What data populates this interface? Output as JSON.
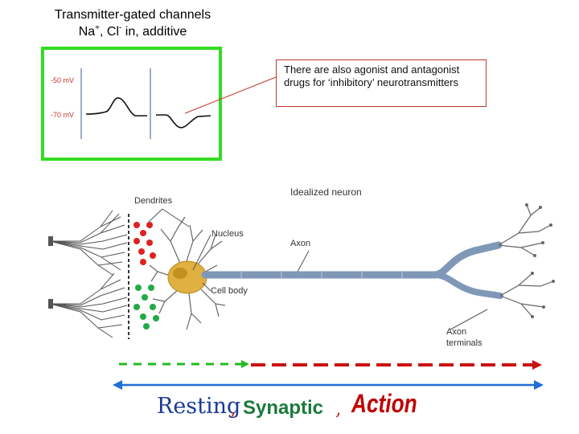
{
  "title": {
    "line1": "Transmitter-gated channels",
    "line2_a": "Na",
    "line2_sup1": "+",
    "line2_b": ", Cl",
    "line2_sup2": "-",
    "line2_c": " in, additive"
  },
  "graph": {
    "label_top": "-50 mV",
    "label_bottom": "-70 mV"
  },
  "callout": {
    "text": "There are also agonist and antagonist drugs for ‘inhibitory’ neurotransmitters"
  },
  "neuron": {
    "title": "Idealized neuron",
    "dendrites": "Dendrites",
    "nucleus": "Nucleus",
    "axon": "Axon",
    "cell_body": "Cell body",
    "terminals_line1": "Axon",
    "terminals_line2": "terminals"
  },
  "caption": {
    "resting": "Resting",
    "comma1": ",",
    "synaptic": "Synaptic",
    "comma2": ",",
    "action": "Action"
  },
  "colors": {
    "graph_border": "#33dd22",
    "callout_border": "#c0392b",
    "excitatory_dots": "#dd2222",
    "inhibitory_dots": "#22aa44",
    "resting_arrow": "#22bb22",
    "action_arrow": "#cc1111",
    "range_arrow": "#1f6fd6",
    "cell_body": "#e0b040",
    "axon": "#7f98b8"
  }
}
